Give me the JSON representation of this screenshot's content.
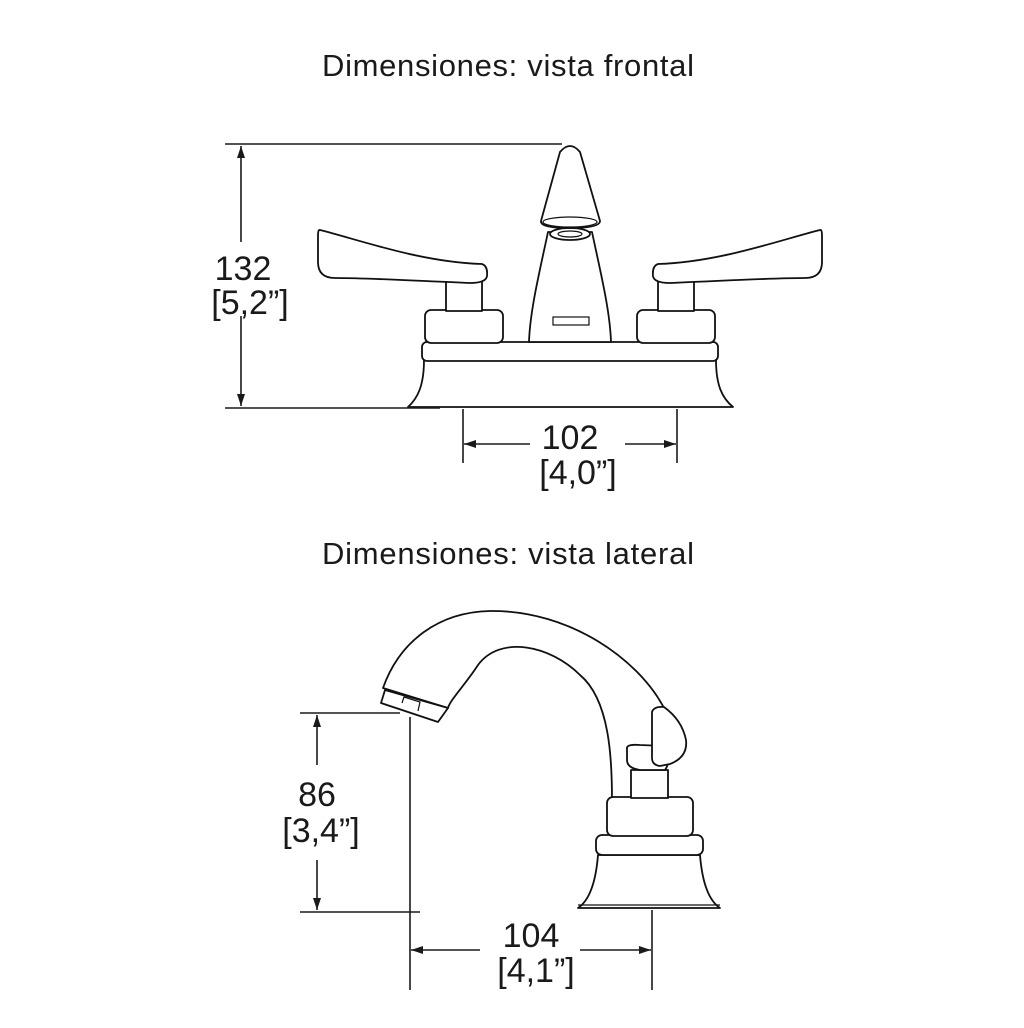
{
  "front_view": {
    "title": "Dimensiones: vista frontal",
    "height_mm": "132",
    "height_in": "[5,2”]",
    "spacing_mm": "102",
    "spacing_in": "[4,0”]"
  },
  "side_view": {
    "title": "Dimensiones: vista lateral",
    "spout_height_mm": "86",
    "spout_height_in": "[3,4”]",
    "reach_mm": "104",
    "reach_in": "[4,1”]"
  }
}
